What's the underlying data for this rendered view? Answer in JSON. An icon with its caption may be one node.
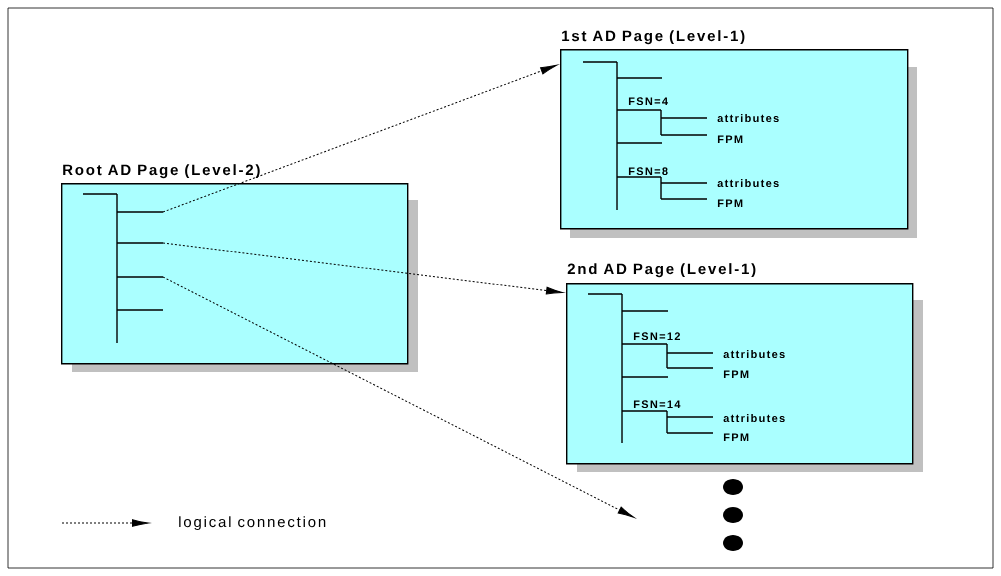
{
  "diagram": {
    "nodes": [
      {
        "text": [
          "Root AD Page (Level-2)"
        ]
      },
      {
        "text": [
          "1st AD Page (Level-1)",
          "FSN=4",
          "attributes",
          "FPM",
          "FSN=8",
          "attributes",
          "FPM"
        ]
      },
      {
        "text": [
          "2nd AD Page (Level-1)",
          "FSN=12",
          "attributes",
          "FPM",
          "FSN=14",
          "attributes",
          "FPM"
        ]
      }
    ],
    "edges": [
      {
        "from": 0,
        "to": 1,
        "arrow": "to"
      },
      {
        "from": 0,
        "to": 2,
        "arrow": "to"
      },
      {
        "from": 0,
        "to": null,
        "arrow": "to"
      }
    ],
    "legend": [
      {
        "text": "logical connection"
      }
    ]
  }
}
